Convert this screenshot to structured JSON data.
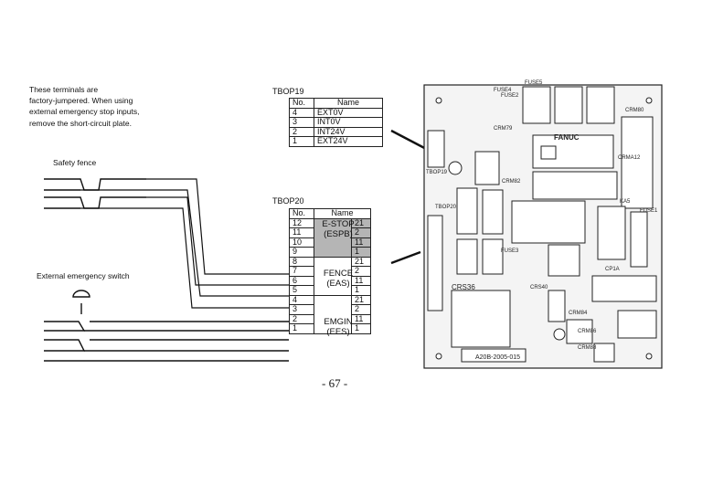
{
  "note": {
    "line1": "These terminals are",
    "line2": "factory-jumpered.   When using",
    "line3": "external emergency stop inputs,",
    "line4": "remove the short-circuit plate."
  },
  "labels": {
    "safety_fence": "Safety fence",
    "external_switch": "External emergency switch"
  },
  "tbop19": {
    "title": "TBOP19",
    "col_no": "No.",
    "col_name": "Name",
    "rows": [
      {
        "no": "4",
        "name": "EXT0V"
      },
      {
        "no": "3",
        "name": "INT0V"
      },
      {
        "no": "2",
        "name": "INT24V"
      },
      {
        "no": "1",
        "name": "EXT24V"
      }
    ]
  },
  "tbop20": {
    "title": "TBOP20",
    "col_no": "No.",
    "col_name": "Name",
    "rows": [
      "12",
      "11",
      "10",
      "9",
      "8",
      "7",
      "6",
      "5",
      "4",
      "3",
      "2",
      "1"
    ],
    "groups": [
      {
        "name1": "E-STOP",
        "name2": "(ESPB)",
        "pins": [
          "21",
          "2",
          "11",
          "1"
        ]
      },
      {
        "name1": "FENCE",
        "name2": "(EAS)",
        "pins": [
          "21",
          "2",
          "11",
          "1"
        ]
      },
      {
        "name1": "EMGIN",
        "name2": "(EES)",
        "pins": [
          "21",
          "2",
          "11",
          "1"
        ]
      }
    ]
  },
  "board": {
    "fanuc": "FANUC",
    "part_no": "A20B-2005-015",
    "labels": [
      "TBOP19",
      "TBOP20",
      "CRM82",
      "CRS36",
      "CRS40",
      "CRM84",
      "CRM86",
      "CRM88",
      "CP1A",
      "KA5",
      "FUSE1",
      "FUSE2",
      "FUSE3",
      "FUSE4",
      "FUSE5",
      "CRMA12",
      "CRM79",
      "CRM80"
    ]
  },
  "page_number": "- 67 -",
  "colors": {
    "line": "#111111",
    "shade": "#b5b5b5",
    "board_fill": "#f2f2f2"
  }
}
